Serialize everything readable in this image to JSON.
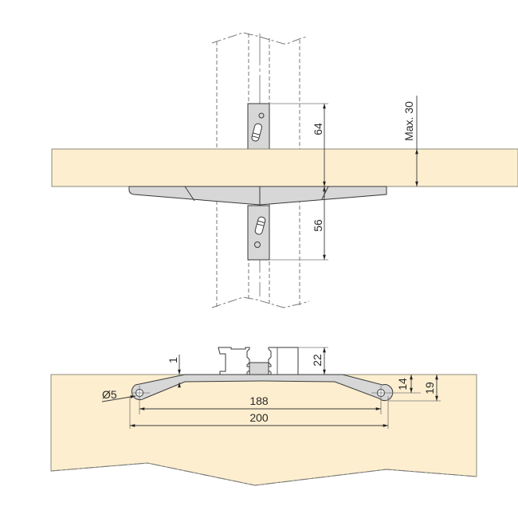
{
  "drawing": {
    "title": "Bracket mounting technical drawing",
    "colors": {
      "wood": "#fdeecf",
      "metal": "#d7d7d7",
      "line": "#3a3a3a",
      "hidden_line": "#777777"
    },
    "top_view": {
      "dimensions": {
        "upper_bracket_height": "64",
        "lower_bracket_height": "56",
        "max_board_thickness": "Max. 30"
      }
    },
    "bottom_view": {
      "dimensions": {
        "clearance": "1",
        "profile_height": "22",
        "hole_diameter": "Ø5",
        "hole_spacing": "188",
        "overall_length": "200",
        "hole_depth": "14",
        "recess_depth": "19"
      }
    }
  }
}
